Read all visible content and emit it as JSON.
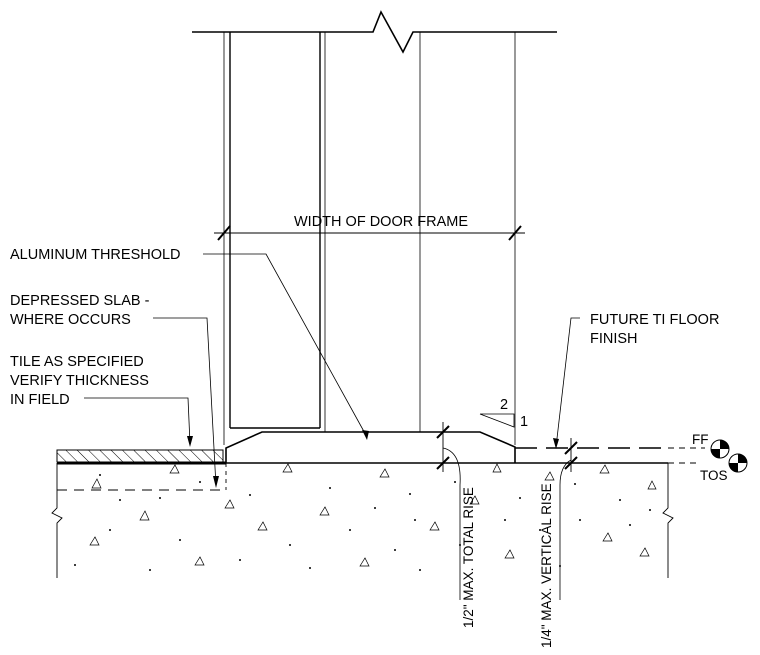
{
  "labels": {
    "width_of_door_frame": "WIDTH OF DOOR FRAME",
    "aluminum_threshold": "ALUMINUM THRESHOLD",
    "depressed_slab_line1": "DEPRESSED SLAB -",
    "depressed_slab_line2": "WHERE OCCURS",
    "tile_line1": "TILE AS SPECIFIED",
    "tile_line2": "VERIFY THICKNESS",
    "tile_line3": "IN FIELD",
    "future_ti_line1": "FUTURE TI FLOOR",
    "future_ti_line2": "FINISH",
    "slope_rise": "2",
    "slope_run": "1",
    "total_rise": "1/2\" MAX. TOTAL RISE",
    "vertical_rise": "1/4\" MAX. VERTICAL RISE",
    "ff": "FF",
    "tos": "TOS"
  }
}
